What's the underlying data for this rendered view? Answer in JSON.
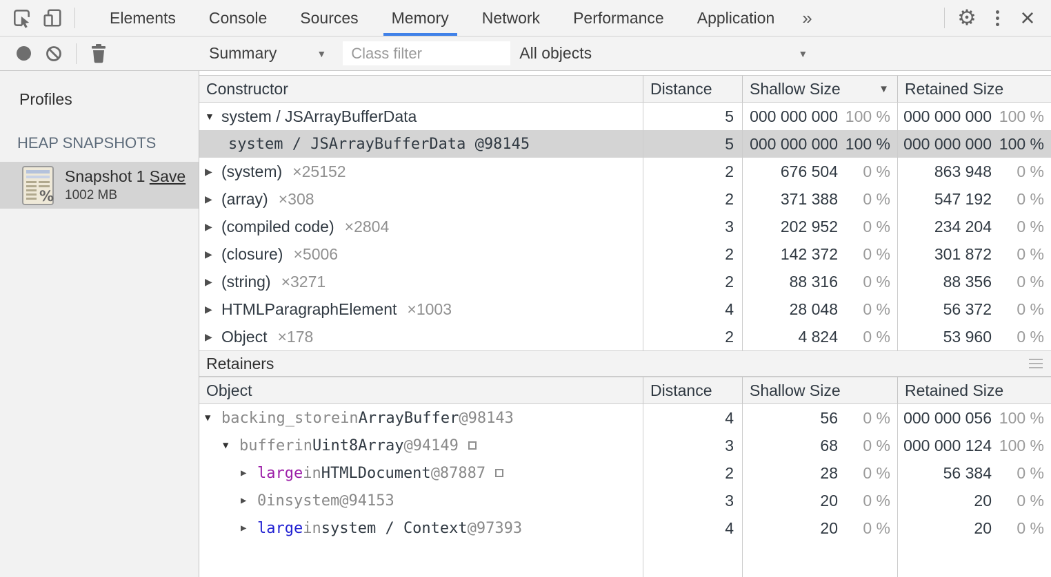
{
  "header": {
    "tabs": [
      "Elements",
      "Console",
      "Sources",
      "Memory",
      "Network",
      "Performance",
      "Application"
    ],
    "active_tab": "Memory",
    "overflow_chevron": "»",
    "close_label": "×"
  },
  "toolbar": {
    "profile_view": "Summary",
    "class_filter_placeholder": "Class filter",
    "object_filter": "All objects"
  },
  "sidebar": {
    "title": "Profiles",
    "section_label": "HEAP SNAPSHOTS",
    "snapshot_name": "Snapshot 1",
    "save_label": "Save",
    "snapshot_size": "1002 MB"
  },
  "constructors": {
    "columns": {
      "constructor": "Constructor",
      "distance": "Distance",
      "shallow_size": "Shallow Size",
      "retained_size": "Retained Size"
    },
    "sorted_column": "shallow_size",
    "rows": [
      {
        "name": "system / JSArrayBufferData",
        "arrow": "expanded",
        "mono": false,
        "indent": 0,
        "selected": false,
        "distance": "5",
        "shallow": "000 000 000",
        "shallow_pct": "100 %",
        "retained": "000 000 000",
        "retained_pct": "100 %"
      },
      {
        "name": "system / JSArrayBufferData @98145",
        "arrow": "none",
        "mono": true,
        "indent": 1,
        "selected": true,
        "distance": "5",
        "shallow": "000 000 000",
        "shallow_pct": "100 %",
        "retained": "000 000 000",
        "retained_pct": "100 %"
      },
      {
        "name": "(system)",
        "count": "×25152",
        "arrow": "collapsed",
        "mono": false,
        "indent": 0,
        "selected": false,
        "distance": "2",
        "shallow": "676 504",
        "shallow_pct": "0 %",
        "retained": "863 948",
        "retained_pct": "0 %"
      },
      {
        "name": "(array)",
        "count": "×308",
        "arrow": "collapsed",
        "mono": false,
        "indent": 0,
        "selected": false,
        "distance": "2",
        "shallow": "371 388",
        "shallow_pct": "0 %",
        "retained": "547 192",
        "retained_pct": "0 %"
      },
      {
        "name": "(compiled code)",
        "count": "×2804",
        "arrow": "collapsed",
        "mono": false,
        "indent": 0,
        "selected": false,
        "distance": "3",
        "shallow": "202 952",
        "shallow_pct": "0 %",
        "retained": "234 204",
        "retained_pct": "0 %"
      },
      {
        "name": "(closure)",
        "count": "×5006",
        "arrow": "collapsed",
        "mono": false,
        "indent": 0,
        "selected": false,
        "distance": "2",
        "shallow": "142 372",
        "shallow_pct": "0 %",
        "retained": "301 872",
        "retained_pct": "0 %"
      },
      {
        "name": "(string)",
        "count": "×3271",
        "arrow": "collapsed",
        "mono": false,
        "indent": 0,
        "selected": false,
        "distance": "2",
        "shallow": "88 316",
        "shallow_pct": "0 %",
        "retained": "88 356",
        "retained_pct": "0 %"
      },
      {
        "name": "HTMLParagraphElement",
        "count": "×1003",
        "arrow": "collapsed",
        "mono": false,
        "indent": 0,
        "selected": false,
        "distance": "4",
        "shallow": "28 048",
        "shallow_pct": "0 %",
        "retained": "56 372",
        "retained_pct": "0 %"
      },
      {
        "name": "Object",
        "count": "×178",
        "arrow": "collapsed",
        "mono": false,
        "indent": 0,
        "selected": false,
        "distance": "2",
        "shallow": "4 824",
        "shallow_pct": "0 %",
        "retained": "53 960",
        "retained_pct": "0 %"
      }
    ]
  },
  "retainers": {
    "title": "Retainers",
    "columns": {
      "object": "Object",
      "distance": "Distance",
      "shallow_size": "Shallow Size",
      "retained_size": "Retained Size"
    },
    "rows": [
      {
        "indent": 0,
        "arrow": "expanded",
        "reveal": false,
        "distance": "4",
        "shallow": "56",
        "shallow_pct": "0 %",
        "retained": "000 000 056",
        "retained_pct": "100 %",
        "segments": [
          {
            "text": "backing_store",
            "color": "gray"
          },
          {
            "text": " in ",
            "color": "gray"
          },
          {
            "text": "ArrayBuffer",
            "color": "dark"
          },
          {
            "text": " @98143",
            "color": "gray"
          }
        ]
      },
      {
        "indent": 1,
        "arrow": "expanded",
        "reveal": true,
        "distance": "3",
        "shallow": "68",
        "shallow_pct": "0 %",
        "retained": "000 000 124",
        "retained_pct": "100 %",
        "segments": [
          {
            "text": "buffer",
            "color": "gray"
          },
          {
            "text": " in ",
            "color": "gray"
          },
          {
            "text": "Uint8Array",
            "color": "dark"
          },
          {
            "text": " @94149",
            "color": "gray"
          }
        ]
      },
      {
        "indent": 2,
        "arrow": "collapsed",
        "reveal": true,
        "distance": "2",
        "shallow": "28",
        "shallow_pct": "0 %",
        "retained": "56 384",
        "retained_pct": "0 %",
        "segments": [
          {
            "text": "large",
            "color": "purple"
          },
          {
            "text": " in ",
            "color": "gray"
          },
          {
            "text": "HTMLDocument",
            "color": "dark"
          },
          {
            "text": " @87887",
            "color": "gray"
          }
        ]
      },
      {
        "indent": 2,
        "arrow": "collapsed",
        "reveal": false,
        "distance": "3",
        "shallow": "20",
        "shallow_pct": "0 %",
        "retained": "20",
        "retained_pct": "0 %",
        "segments": [
          {
            "text": "0",
            "color": "gray"
          },
          {
            "text": " in ",
            "color": "gray"
          },
          {
            "text": "system",
            "color": "gray"
          },
          {
            "text": " @94153",
            "color": "gray"
          }
        ]
      },
      {
        "indent": 2,
        "arrow": "collapsed",
        "reveal": false,
        "distance": "4",
        "shallow": "20",
        "shallow_pct": "0 %",
        "retained": "20",
        "retained_pct": "0 %",
        "segments": [
          {
            "text": "large",
            "color": "blue"
          },
          {
            "text": " in ",
            "color": "gray"
          },
          {
            "text": "system / Context",
            "color": "dark"
          },
          {
            "text": " @97393",
            "color": "gray"
          }
        ]
      }
    ]
  },
  "colors": {
    "accent_tab_underline": "#4081e8",
    "selection_background": "#d4d4d4",
    "property_purple": "#9c1fa8",
    "property_blue": "#2121d2",
    "muted_text": "#9a9a9a",
    "table_text": "#303942"
  }
}
